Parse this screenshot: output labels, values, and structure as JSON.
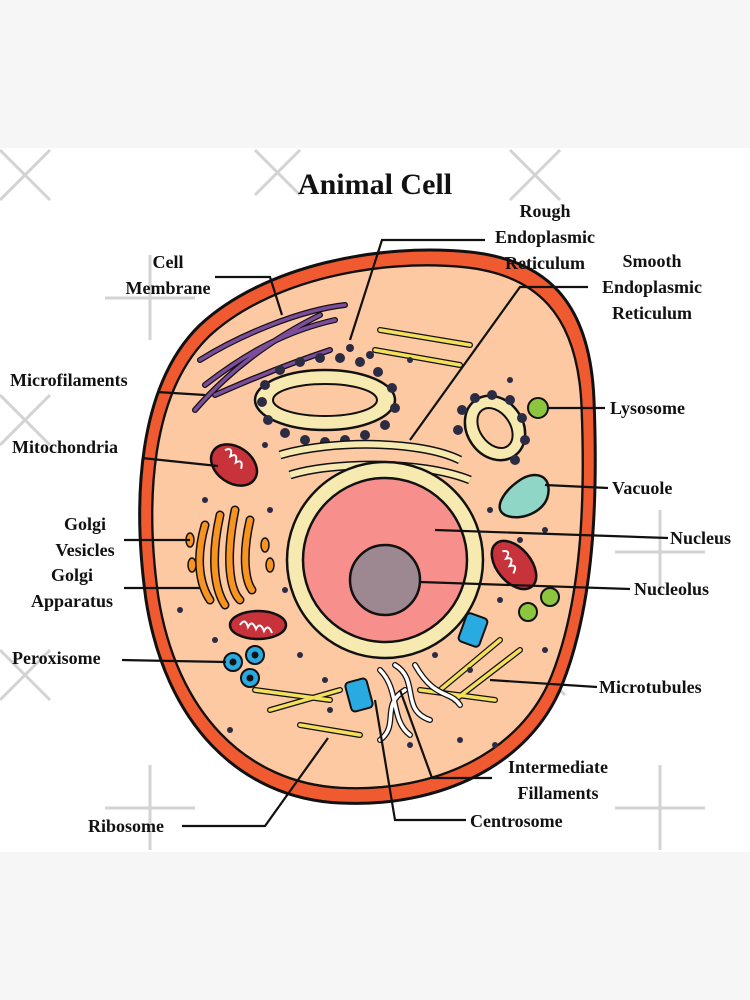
{
  "title": "Animal Cell",
  "labels": {
    "cell_membrane": [
      "Cell",
      "Membrane"
    ],
    "rough_er": [
      "Rough",
      "Endoplasmic",
      "Reticulum"
    ],
    "smooth_er": [
      "Smooth",
      "Endoplasmic",
      "Reticulum"
    ],
    "microfilaments": "Microfilaments",
    "mitochondria": "Mitochondria",
    "golgi_vesicles": [
      "Golgi",
      "Vesicles"
    ],
    "golgi_apparatus": [
      "Golgi",
      "Apparatus"
    ],
    "peroxisome": "Peroxisome",
    "ribosome": "Ribosome",
    "lysosome": "Lysosome",
    "vacuole": "Vacuole",
    "nucleus": "Nucleus",
    "nucleolus": "Nucleolus",
    "microtubules": "Microtubules",
    "intermediate_filaments": [
      "Intermediate",
      "Fillaments"
    ],
    "centrosome": "Centrosome"
  },
  "colors": {
    "membrane": "#ef5a30",
    "cytoplasm": "#fcc9a2",
    "nucleus": "#f7908c",
    "nuclear_envelope": "#f6eab0",
    "nucleolus": "#9d8790",
    "golgi": "#f7931e",
    "mitochondria": "#c8323a",
    "microfilaments": "#7b4d9a",
    "lysosome": "#8cc63f",
    "vacuole": "#8fd6c6",
    "centrosome": "#29abe2",
    "microtubules": "#f5e05a"
  }
}
